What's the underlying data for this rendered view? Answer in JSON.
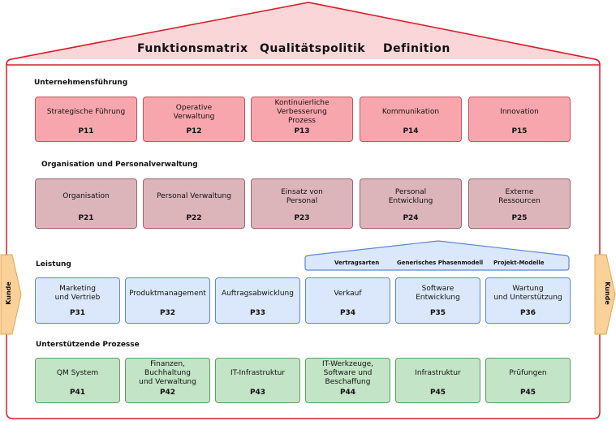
{
  "roof": {
    "items": [
      "Funktionsmatrix",
      "Qualitätspolitik",
      "Definition"
    ]
  },
  "colors": {
    "frame": "#d81e2a",
    "red_fill": "#f8a6ad",
    "mauve_fill": "#dcb5bb",
    "blue_fill": "#dbe8fb",
    "green_fill": "#c3e4c6",
    "arrow_fill": "#f9d199"
  },
  "sections": {
    "unternehmensfuehrung": {
      "title": "Unternehmensführung",
      "boxes": [
        {
          "label": "Strategische Führung",
          "code": "P11"
        },
        {
          "label": "Operative\nVerwaltung",
          "code": "P12"
        },
        {
          "label": "Kontinuierliche\nVerbesserung\nProzess",
          "code": "P13"
        },
        {
          "label": "Kommunikation",
          "code": "P14"
        },
        {
          "label": "Innovation",
          "code": "P15"
        }
      ]
    },
    "organisation": {
      "title": "Organisation und Personalverwaltung",
      "boxes": [
        {
          "label": "Organisation",
          "code": "P21"
        },
        {
          "label": "Personal Verwaltung",
          "code": "P22"
        },
        {
          "label": "Einsatz von\nPersonal",
          "code": "P23"
        },
        {
          "label": "Personal\nEntwicklung",
          "code": "P24"
        },
        {
          "label": "Externe\nRessourcen",
          "code": "P25"
        }
      ]
    },
    "leistung": {
      "title": "Leistung",
      "sub_roof": [
        "Vertragsarten",
        "Generisches Phasenmodell",
        "Projekt-Modelle"
      ],
      "boxes": [
        {
          "label": "Marketing\nund Vertrieb",
          "code": "P31"
        },
        {
          "label": "Produktmanagement",
          "code": "P32"
        },
        {
          "label": "Auftragsabwicklung",
          "code": "P33"
        },
        {
          "label": "Verkauf",
          "code": "P34"
        },
        {
          "label": "Software\nEntwicklung",
          "code": "P35"
        },
        {
          "label": "Wartung\nund Unterstützung",
          "code": "P36"
        }
      ]
    },
    "unterstuetzend": {
      "title": "Unterstützende Prozesse",
      "boxes": [
        {
          "label": "QM System",
          "code": "P41"
        },
        {
          "label": "Finanzen,\nBuchhaltung\nund Verwaltung",
          "code": "P42"
        },
        {
          "label": "IT-Infrastruktur",
          "code": "P43"
        },
        {
          "label": "IT-Werkzeuge,\nSoftware und\nBeschaffung",
          "code": "P44"
        },
        {
          "label": "Infrastruktur",
          "code": "P45"
        },
        {
          "label": "Prüfungen",
          "code": "P45"
        }
      ]
    }
  },
  "side": {
    "left": "Kunde",
    "right": "Kunde"
  }
}
